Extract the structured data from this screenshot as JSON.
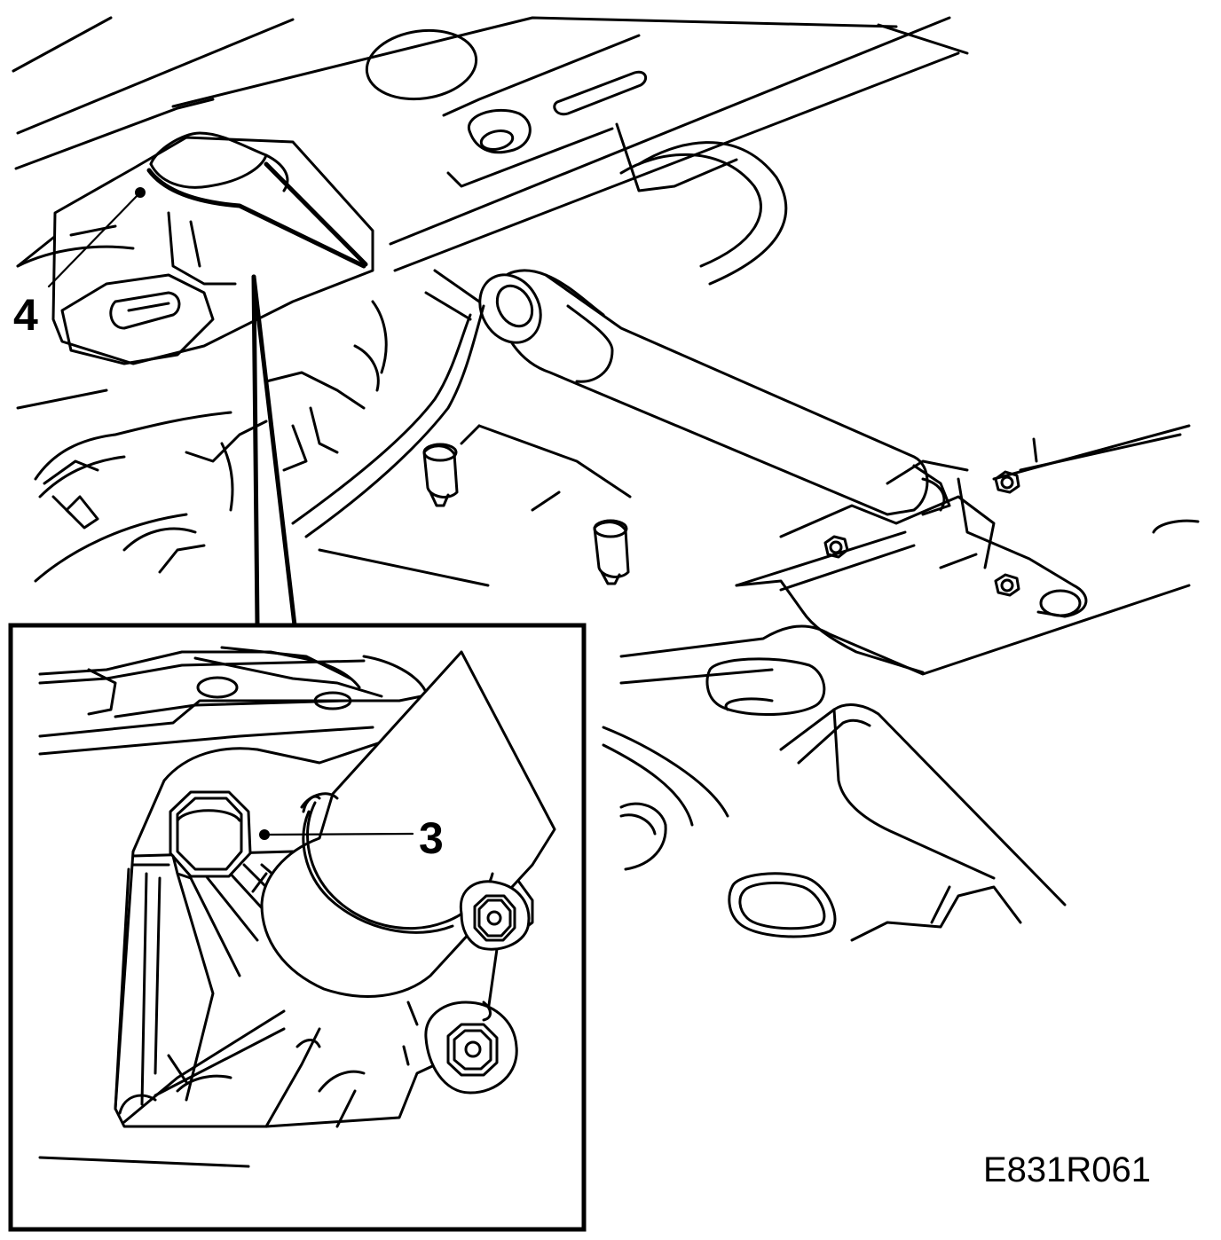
{
  "callouts": {
    "part_3": "3",
    "part_4": "4"
  },
  "reference_code": "E831R061"
}
